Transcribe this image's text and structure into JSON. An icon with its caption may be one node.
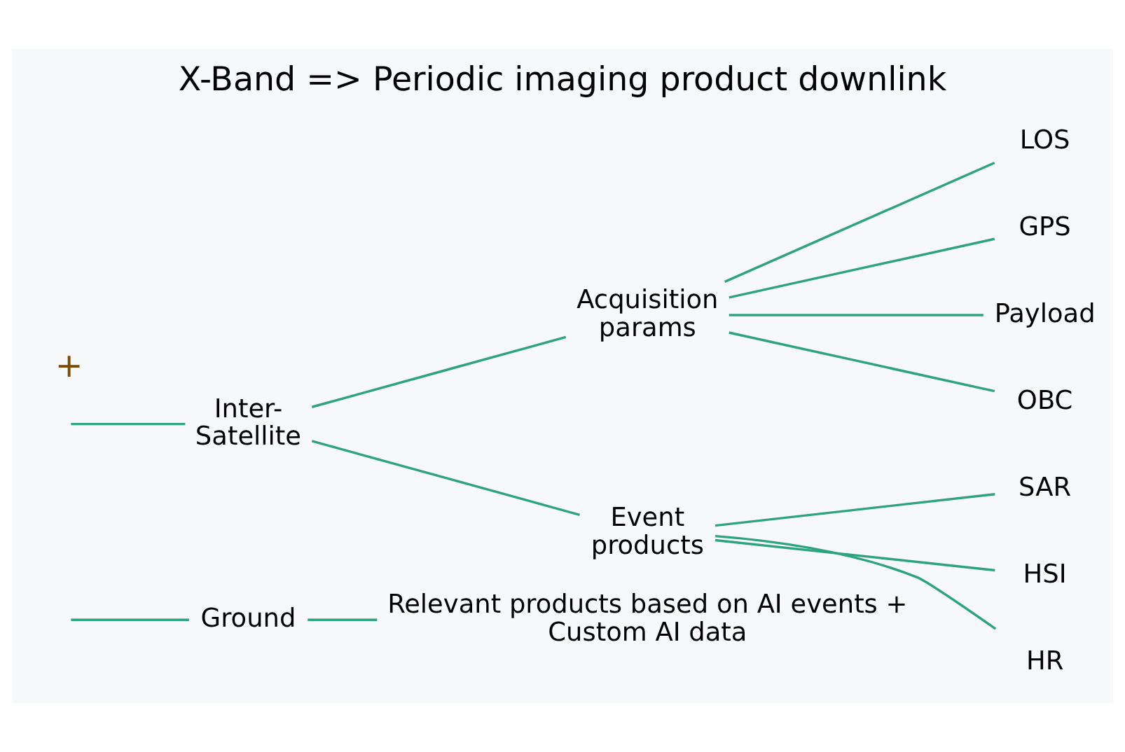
{
  "diagram": {
    "title": "X-Band => Periodic imaging product downlink",
    "nodes": [
      {
        "text": [
          "Ground"
        ]
      },
      {
        "text": [
          "Relevant products based on AI events + Custom AI data"
        ]
      },
      {
        "text": [
          "Inter-Satellite"
        ]
      },
      {
        "text": [
          "Acquisition params"
        ]
      },
      {
        "text": [
          "LOS"
        ]
      },
      {
        "text": [
          "GPS"
        ]
      },
      {
        "text": [
          "Payload"
        ]
      },
      {
        "text": [
          "OBC"
        ]
      },
      {
        "text": [
          "Event products"
        ]
      },
      {
        "text": [
          "SAR"
        ]
      },
      {
        "text": [
          "HSI"
        ]
      },
      {
        "text": [
          "HR"
        ]
      }
    ],
    "edges": [
      {
        "from": null,
        "to": 0,
        "arrow": "none"
      },
      {
        "from": null,
        "to": 2,
        "arrow": "none"
      },
      {
        "from": 0,
        "to": 1,
        "arrow": "none"
      },
      {
        "from": 2,
        "to": 3,
        "arrow": "none"
      },
      {
        "from": 2,
        "to": 8,
        "arrow": "none"
      },
      {
        "from": 3,
        "to": 4,
        "arrow": "none"
      },
      {
        "from": 3,
        "to": 5,
        "arrow": "none"
      },
      {
        "from": 3,
        "to": 6,
        "arrow": "none"
      },
      {
        "from": 3,
        "to": 7,
        "arrow": "none"
      },
      {
        "from": 8,
        "to": 9,
        "arrow": "none"
      },
      {
        "from": 8,
        "to": 10,
        "arrow": "none"
      },
      {
        "from": 8,
        "to": 11,
        "arrow": "none"
      }
    ],
    "labels": [
      "+"
    ]
  }
}
